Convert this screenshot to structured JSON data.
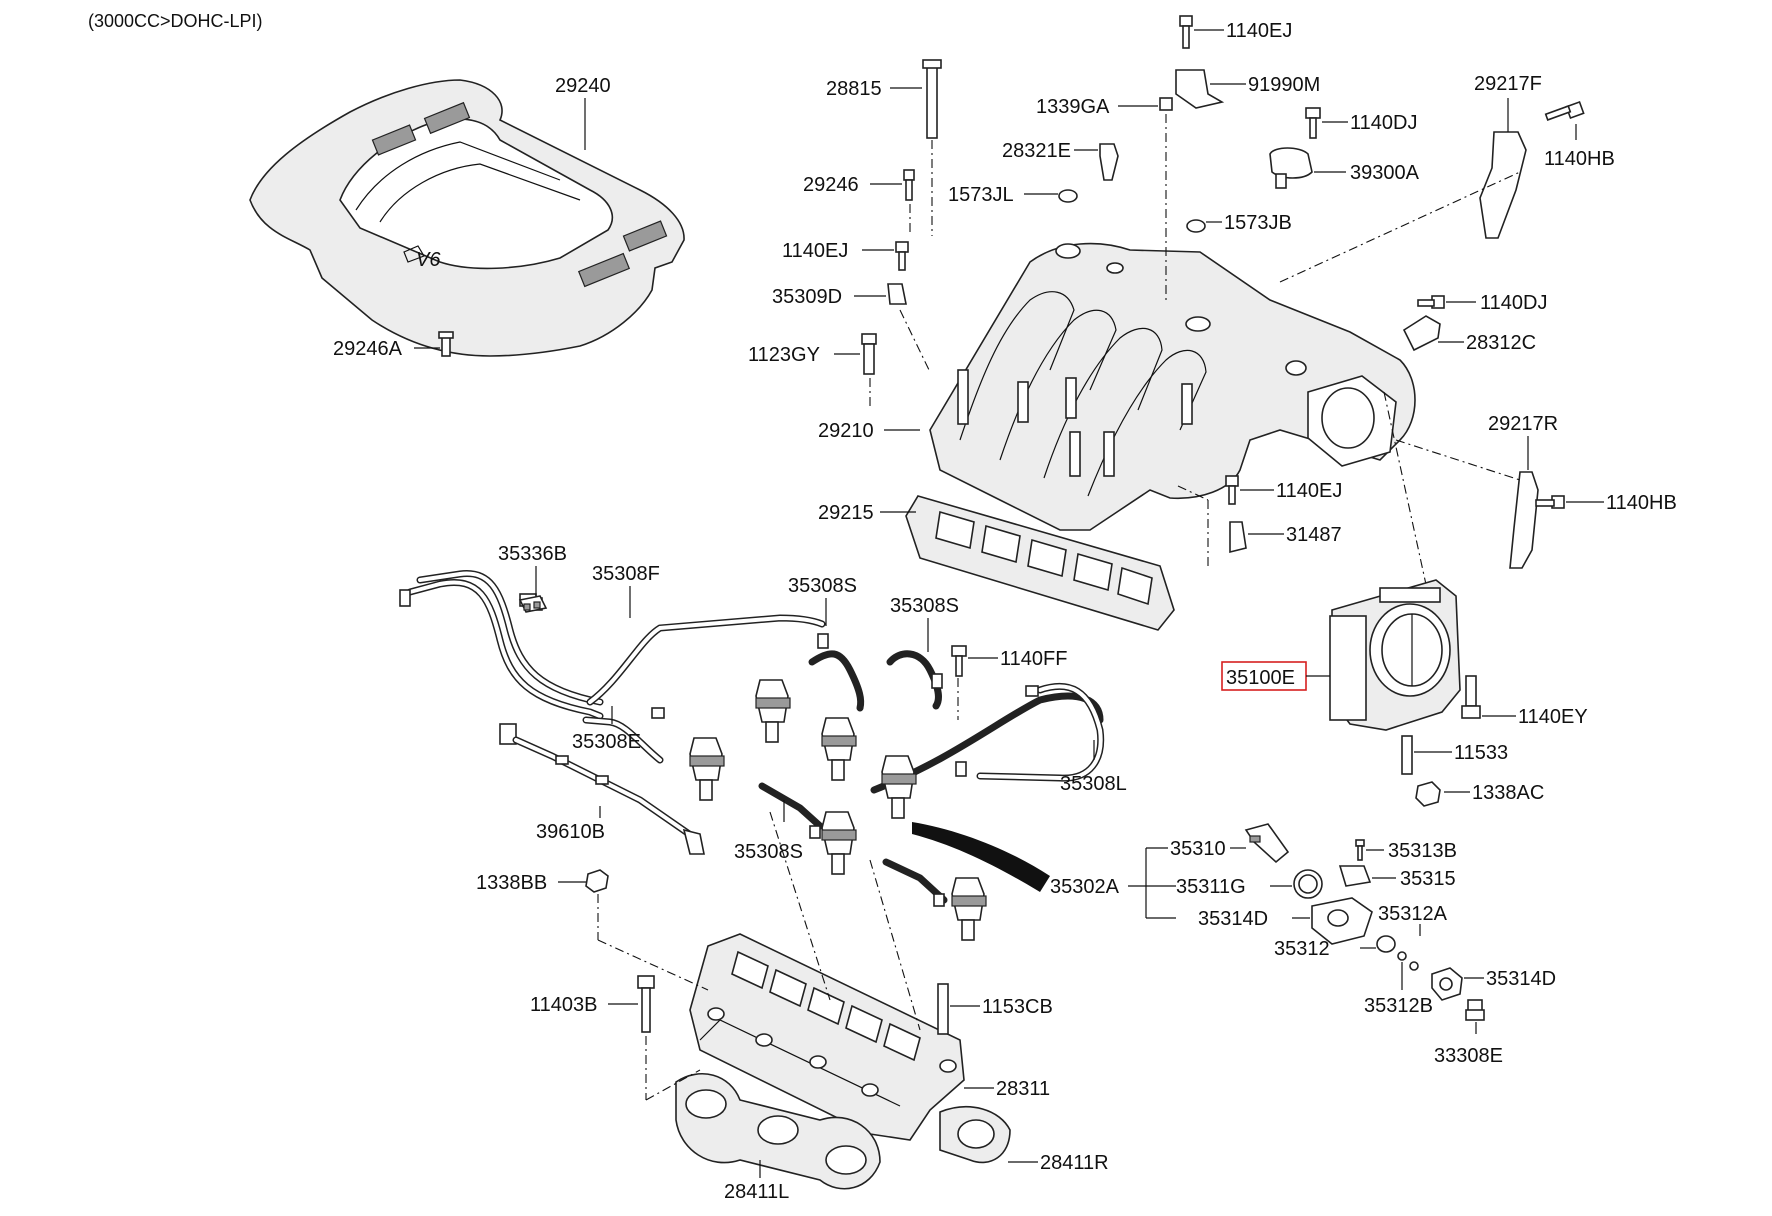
{
  "header": {
    "engine_spec": "(3000CC>DOHC-LPI)"
  },
  "highlight_color": "#d62020",
  "highlighted_part": "35100E",
  "parts": {
    "p29240": "29240",
    "p29246A": "29246A",
    "p28815": "28815",
    "p1140EJ_top": "1140EJ",
    "p1339GA": "1339GA",
    "p91990M": "91990M",
    "p28321E": "28321E",
    "p1140DJ_top": "1140DJ",
    "p29246": "29246",
    "p1573JL": "1573JL",
    "p39300A": "39300A",
    "p29217F": "29217F",
    "p1140HB_top": "1140HB",
    "p1573JB": "1573JB",
    "p1140EJ_mid": "1140EJ",
    "p35309D": "35309D",
    "p1140DJ_mid": "1140DJ",
    "p28312C": "28312C",
    "p1123GY": "1123GY",
    "p29210": "29210",
    "p29217R": "29217R",
    "p1140EJ_low": "1140EJ",
    "p1140HB_low": "1140HB",
    "p29215": "29215",
    "p31487": "31487",
    "p35336B": "35336B",
    "p35308F": "35308F",
    "p35308S_a": "35308S",
    "p35308S_b": "35308S",
    "p1140FF": "1140FF",
    "p35100E": "35100E",
    "p1140EY": "1140EY",
    "p35308E": "35308E",
    "p11533": "11533",
    "p35308L": "35308L",
    "p1338AC": "1338AC",
    "p39610B": "39610B",
    "p35308S_c": "35308S",
    "p35310": "35310",
    "p35313B": "35313B",
    "p35302A": "35302A",
    "p35315": "35315",
    "p35311G": "35311G",
    "p1338BB": "1338BB",
    "p35314D_a": "35314D",
    "p35312A": "35312A",
    "p35312": "35312",
    "p35314D_b": "35314D",
    "p11403B": "11403B",
    "p1153CB": "1153CB",
    "p35312B": "35312B",
    "p33308E": "33308E",
    "p28311": "28311",
    "p28411R": "28411R",
    "p28411L": "28411L"
  }
}
